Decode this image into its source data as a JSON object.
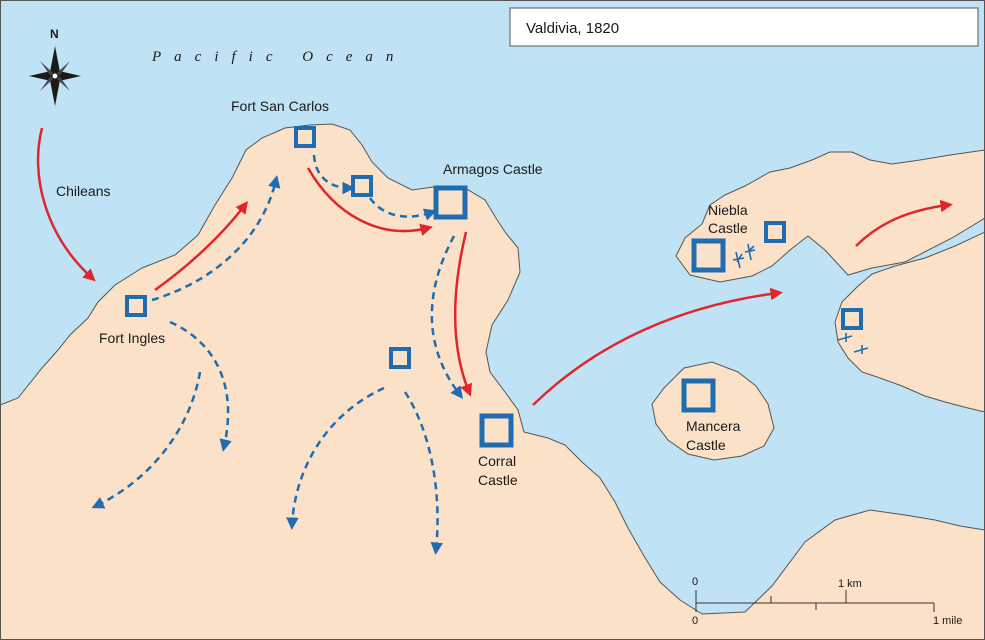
{
  "map": {
    "title": "Valdivia, 1820",
    "ocean_label": "Pacific Ocean",
    "compass_label": "N",
    "force_label": "Chileans",
    "places": {
      "fort_san_carlos": "Fort San Carlos",
      "armagos_castle": "Armagos Castle",
      "fort_ingles": "Fort Ingles",
      "niebla_line1": "Niebla",
      "niebla_line2": "Castle",
      "corral_line1": "Corral",
      "corral_line2": "Castle",
      "mancera_line1": "Mancera",
      "mancera_line2": "Castle"
    },
    "scale": {
      "km_start": "0",
      "km_end": "1 km",
      "mile_start": "0",
      "mile_end": "1 mile"
    },
    "colors": {
      "water": "#bfe3f4",
      "land": "#fbe1c8",
      "coast": "#555555",
      "fort": "#1f6db0",
      "chilean_route": "#e0262d",
      "defender_route": "#1f6db0"
    }
  }
}
